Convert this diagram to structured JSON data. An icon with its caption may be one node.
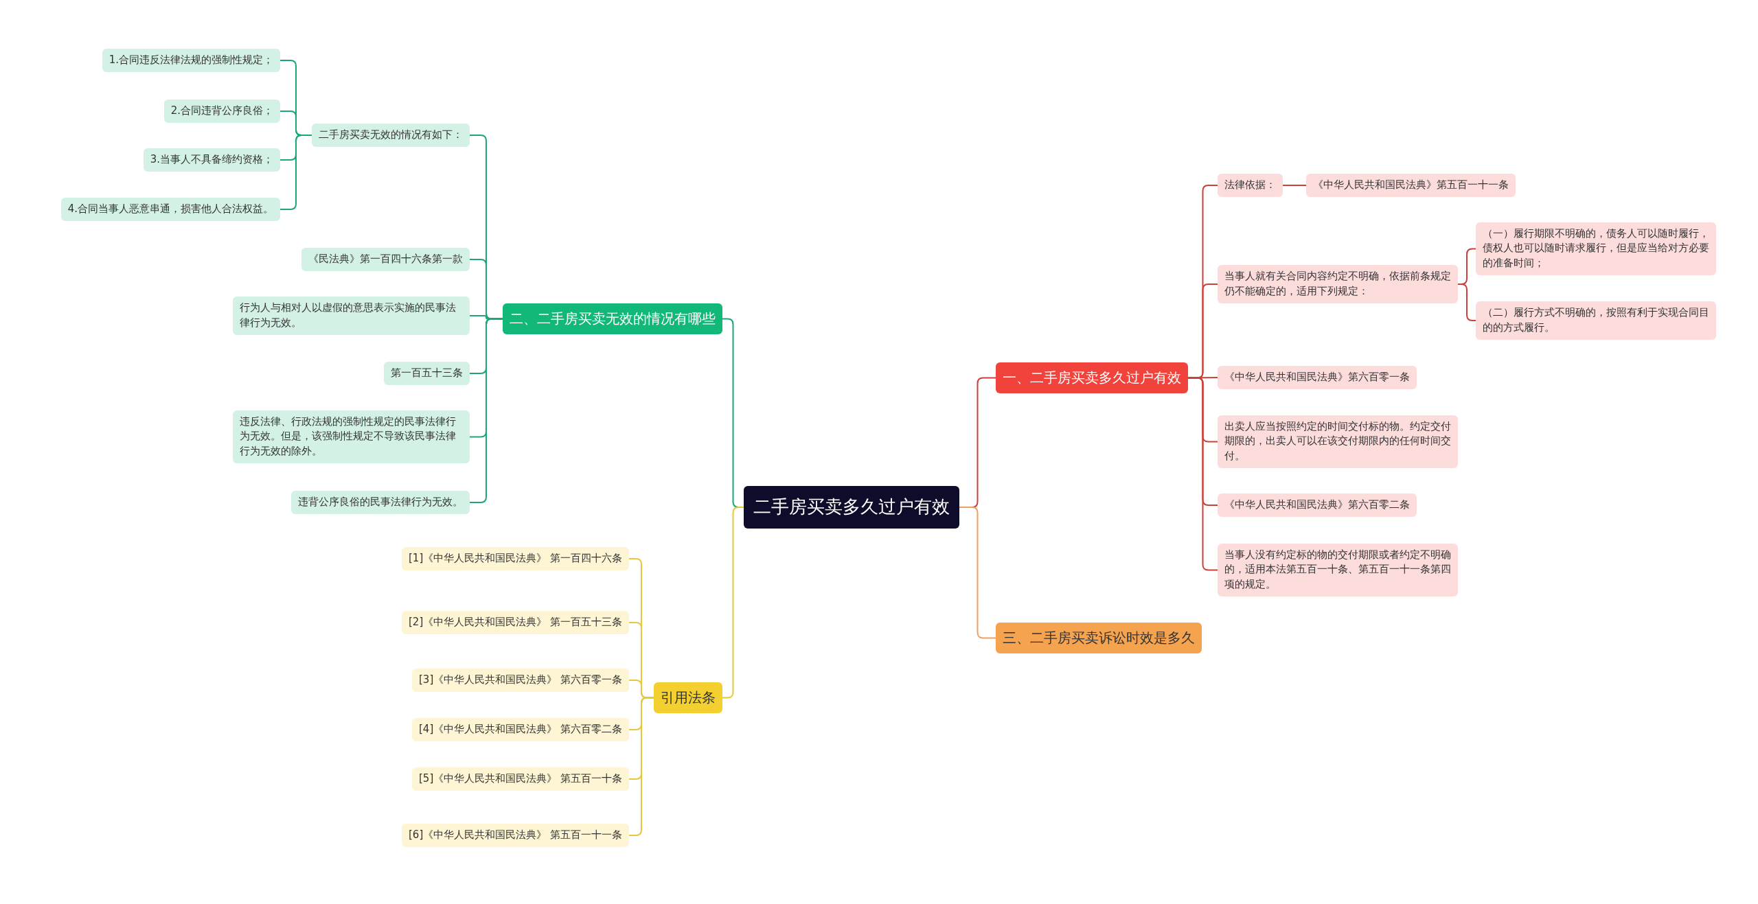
{
  "diagram": {
    "nodes": [
      {
        "text": [
          "二手房买卖多久过户有效"
        ]
      },
      {
        "text": [
          "一、二手房买卖多久过户有效"
        ]
      },
      {
        "text": [
          "法律依据："
        ]
      },
      {
        "text": [
          "《中华人民共和国民法典》第五百一十一条"
        ]
      },
      {
        "text": [
          "当事人就有关合同内容约定不明确，依据前条规定仍不能确定的，适用下列规定："
        ]
      },
      {
        "text": [
          "（一）履行期限不明确的，债务人可以随时履行，债权人也可以随时请求履行，但是应当给对方必要的准备时间；"
        ]
      },
      {
        "text": [
          "（二）履行方式不明确的，按照有利于实现合同目的的方式履行。"
        ]
      },
      {
        "text": [
          "《中华人民共和国民法典》第六百零一条"
        ]
      },
      {
        "text": [
          "出卖人应当按照约定的时间交付标的物。约定交付期限的，出卖人可以在该交付期限内的任何时间交付。"
        ]
      },
      {
        "text": [
          "《中华人民共和国民法典》第六百零二条"
        ]
      },
      {
        "text": [
          "当事人没有约定标的物的交付期限或者约定不明确的，适用本法第五百一十条、第五百一十一条第四项的规定。"
        ]
      },
      {
        "text": [
          "三、二手房买卖诉讼时效是多久"
        ]
      },
      {
        "text": [
          "二、二手房买卖无效的情况有哪些"
        ]
      },
      {
        "text": [
          "二手房买卖无效的情况有如下："
        ]
      },
      {
        "text": [
          "1.合同违反法律法规的强制性规定；"
        ]
      },
      {
        "text": [
          "2.合同违背公序良俗；"
        ]
      },
      {
        "text": [
          "3.当事人不具备缔约资格；"
        ]
      },
      {
        "text": [
          "4.合同当事人恶意串通，损害他人合法权益。"
        ]
      },
      {
        "text": [
          "《民法典》第一百四十六条第一款"
        ]
      },
      {
        "text": [
          "行为人与相对人以虚假的意思表示实施的民事法律行为无效。"
        ]
      },
      {
        "text": [
          "第一百五十三条"
        ]
      },
      {
        "text": [
          "违反法律、行政法规的强制性规定的民事法律行为无效。但是，该强制性规定不导致该民事法律行为无效的除外。"
        ]
      },
      {
        "text": [
          "违背公序良俗的民事法律行为无效。"
        ]
      },
      {
        "text": [
          "引用法条"
        ]
      },
      {
        "text": [
          "[1]《中华人民共和国民法典》 第一百四十六条"
        ]
      },
      {
        "text": [
          "[2]《中华人民共和国民法典》 第一百五十三条"
        ]
      },
      {
        "text": [
          "[3]《中华人民共和国民法典》 第六百零一条"
        ]
      },
      {
        "text": [
          "[4]《中华人民共和国民法典》 第六百零二条"
        ]
      },
      {
        "text": [
          "[5]《中华人民共和国民法典》 第五百一十条"
        ]
      },
      {
        "text": [
          "[6]《中华人民共和国民法典》 第五百一十一条"
        ]
      }
    ],
    "edges": [
      {
        "from": 0,
        "to": 1,
        "arrow": "none",
        "color": "#c9413a"
      },
      {
        "from": 0,
        "to": 11,
        "arrow": "none",
        "color": "#eda062"
      },
      {
        "from": 0,
        "to": 12,
        "arrow": "none",
        "color": "#1ba774"
      },
      {
        "from": 0,
        "to": 23,
        "arrow": "none",
        "color": "#e6c83a"
      },
      {
        "from": 1,
        "to": 2,
        "arrow": "none",
        "color": "#c9413a"
      },
      {
        "from": 2,
        "to": 3,
        "arrow": "none",
        "color": "#c9413a"
      },
      {
        "from": 1,
        "to": 4,
        "arrow": "none",
        "color": "#c9413a"
      },
      {
        "from": 4,
        "to": 5,
        "arrow": "none",
        "color": "#c9413a"
      },
      {
        "from": 4,
        "to": 6,
        "arrow": "none",
        "color": "#c9413a"
      },
      {
        "from": 1,
        "to": 7,
        "arrow": "none",
        "color": "#c9413a"
      },
      {
        "from": 1,
        "to": 8,
        "arrow": "none",
        "color": "#c9413a"
      },
      {
        "from": 1,
        "to": 9,
        "arrow": "none",
        "color": "#c9413a"
      },
      {
        "from": 1,
        "to": 10,
        "arrow": "none",
        "color": "#c9413a"
      },
      {
        "from": 12,
        "to": 13,
        "arrow": "none",
        "color": "#1ba774"
      },
      {
        "from": 13,
        "to": 14,
        "arrow": "none",
        "color": "#1ba774"
      },
      {
        "from": 13,
        "to": 15,
        "arrow": "none",
        "color": "#1ba774"
      },
      {
        "from": 13,
        "to": 16,
        "arrow": "none",
        "color": "#1ba774"
      },
      {
        "from": 13,
        "to": 17,
        "arrow": "none",
        "color": "#1ba774"
      },
      {
        "from": 12,
        "to": 18,
        "arrow": "none",
        "color": "#1ba774"
      },
      {
        "from": 12,
        "to": 19,
        "arrow": "none",
        "color": "#1ba774"
      },
      {
        "from": 12,
        "to": 20,
        "arrow": "none",
        "color": "#1ba774"
      },
      {
        "from": 12,
        "to": 21,
        "arrow": "none",
        "color": "#1ba774"
      },
      {
        "from": 12,
        "to": 22,
        "arrow": "none",
        "color": "#1ba774"
      },
      {
        "from": 23,
        "to": 24,
        "arrow": "none",
        "color": "#e6c83a"
      },
      {
        "from": 23,
        "to": 25,
        "arrow": "none",
        "color": "#e6c83a"
      },
      {
        "from": 23,
        "to": 26,
        "arrow": "none",
        "color": "#e6c83a"
      },
      {
        "from": 23,
        "to": 27,
        "arrow": "none",
        "color": "#e6c83a"
      },
      {
        "from": 23,
        "to": 28,
        "arrow": "none",
        "color": "#e6c83a"
      },
      {
        "from": 23,
        "to": 29,
        "arrow": "none",
        "color": "#e6c83a"
      }
    ]
  }
}
